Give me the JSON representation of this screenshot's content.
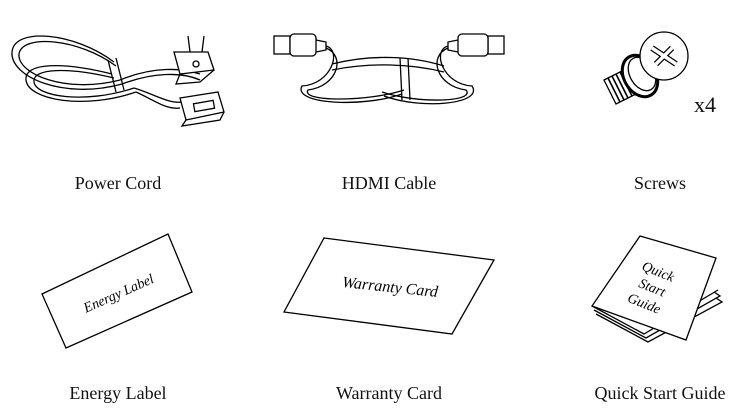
{
  "items": [
    {
      "label": "Power Cord",
      "icon": "power-cord-icon"
    },
    {
      "label": "HDMI Cable",
      "icon": "hdmi-cable-icon"
    },
    {
      "label": "Screws",
      "icon": "screw-icon",
      "quantity": "x4"
    },
    {
      "label": "Energy Label",
      "icon": "energy-label-card-icon",
      "card_text": "Energy Label"
    },
    {
      "label": "Warranty Card",
      "icon": "warranty-card-icon",
      "card_text": "Warranty Card"
    },
    {
      "label": "Quick Start Guide",
      "icon": "quick-start-booklet-icon",
      "card_text": [
        "Quick",
        "Start",
        "Guide"
      ]
    }
  ]
}
